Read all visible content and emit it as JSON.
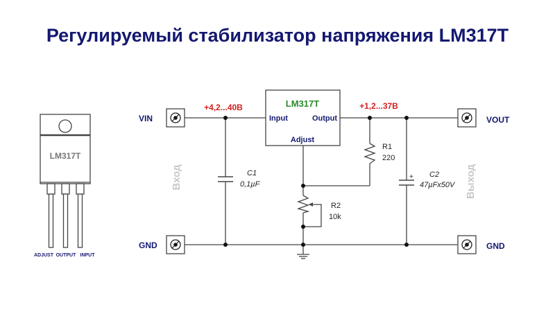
{
  "title": "Регулируемый стабилизатор напряжения LM317T",
  "package": {
    "label": "LM317T",
    "pins": [
      "ADJUST",
      "OUTPUT",
      "INPUT"
    ]
  },
  "schematic": {
    "ic": {
      "name": "LM317T",
      "pin_input": "Input",
      "pin_output": "Output",
      "pin_adjust": "Adjust"
    },
    "terminals": {
      "vin": "VIN",
      "vout": "VOUT",
      "gnd_left": "GND",
      "gnd_right": "GND"
    },
    "voltages": {
      "input_range": "+4,2...40В",
      "output_range": "+1,2...37В"
    },
    "side_labels": {
      "input": "Вход",
      "output": "Выход"
    },
    "components": {
      "c1": {
        "ref": "C1",
        "value": "0,1µF"
      },
      "c2": {
        "ref": "C2",
        "value": "47µFx50V",
        "polarity": "+"
      },
      "r1": {
        "ref": "R1",
        "value": "220"
      },
      "r2": {
        "ref": "R2",
        "value": "10k"
      }
    }
  },
  "colors": {
    "title": "#141870",
    "label_blue": "#141870",
    "voltage_red": "#d42020",
    "ic_name_green": "#2a8a2a",
    "side_label_gray": "#c8c8c8",
    "wire": "#444444"
  }
}
